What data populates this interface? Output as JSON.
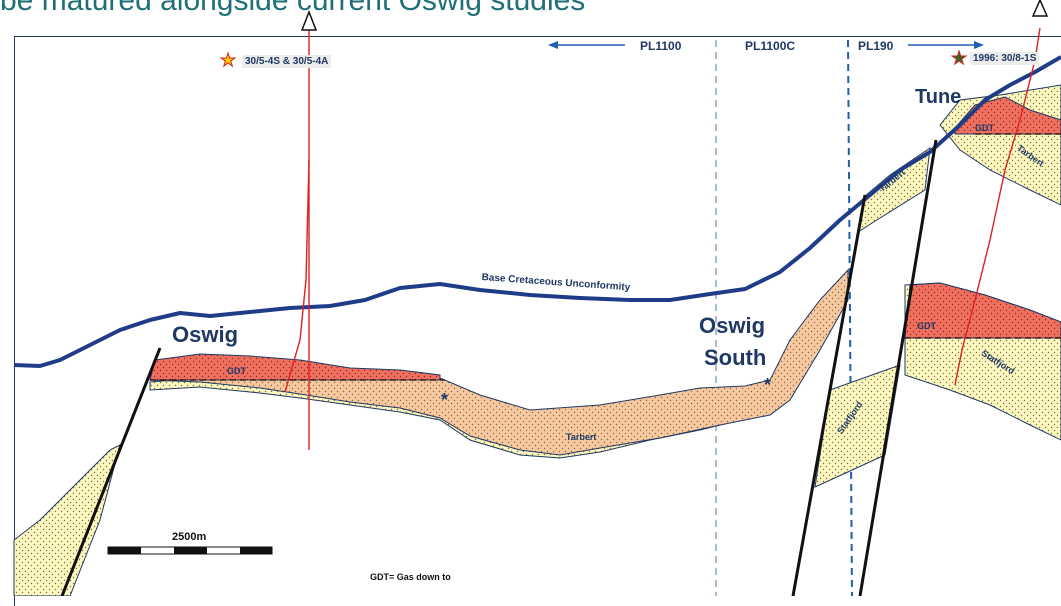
{
  "headline": "be matured alongside current Oswig studies",
  "licences": {
    "left": "PL1100",
    "middle": "PL1100C",
    "right": "PL190"
  },
  "wells": {
    "left": "30/5-4S & 30/5-4A",
    "right": "1996: 30/8-1S"
  },
  "fields": {
    "oswig": "Oswig",
    "oswig_south_1": "Oswig",
    "oswig_south_2": "South",
    "tune": "Tune"
  },
  "horizon": "Base Cretaceous Unconformity",
  "formations": {
    "tarbert_main": "Tarbert",
    "tarbert_tune": "Tarbert",
    "tarbert_right": "Tarbert",
    "statfjord_block": "Statfjord",
    "statfjord_right": "Statfjord"
  },
  "contacts": {
    "gdt_oswig": "GDT",
    "gdt_tune": "GDT",
    "gdt_statfjord": "GDT"
  },
  "markers": {
    "star_1": "*",
    "star_2": "*"
  },
  "scale_bar": "2500m",
  "legend_note": "GDT= Gas down to",
  "colors": {
    "bcu": "#1f3c88",
    "gas": "#f07060",
    "reservoir_light": "#fdf7c0",
    "reservoir_orange": "#f8c8a0",
    "licence_line": "#1f5fb0",
    "well": "#e02020",
    "fault": "#111111"
  }
}
